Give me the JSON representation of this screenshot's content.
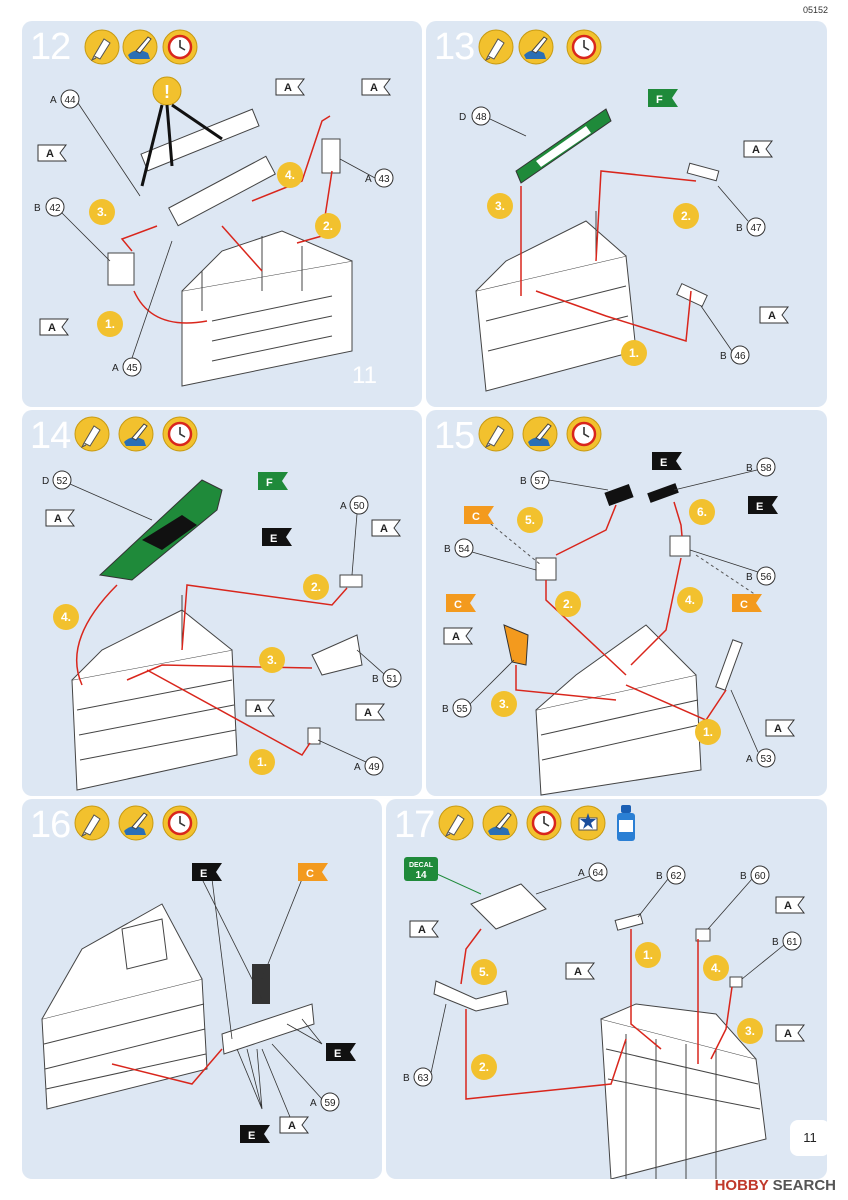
{
  "doc_code": "05152",
  "page_number": "11",
  "watermark": {
    "brand": "HOBBY",
    "suffix": "SEARCH"
  },
  "icons": [
    "glue-icon",
    "paint-brush-icon",
    "clock-icon",
    "decal-icon",
    "decal-water-bottle-icon"
  ],
  "colors": {
    "panel": "#dde7f3",
    "arrow": "#d9261c",
    "step_badge": "#f2c12e",
    "green_tag": "#1f8a3a",
    "orange_tag": "#f39a1e",
    "black_tag": "#111111"
  },
  "steps": [
    {
      "number": "12",
      "sub_steps": [
        "1.",
        "2.",
        "3.",
        "4."
      ],
      "parts": [
        {
          "sprue": "A",
          "num": "44"
        },
        {
          "sprue": "A",
          "num": "43"
        },
        {
          "sprue": "B",
          "num": "42"
        },
        {
          "sprue": "A",
          "num": "45"
        }
      ],
      "sprue_tags": [
        "A",
        "A",
        "A",
        "A"
      ],
      "ref": "11",
      "warning": "!"
    },
    {
      "number": "13",
      "sub_steps": [
        "1.",
        "2.",
        "3."
      ],
      "parts": [
        {
          "sprue": "D",
          "num": "48"
        },
        {
          "sprue": "B",
          "num": "47"
        },
        {
          "sprue": "B",
          "num": "46"
        }
      ],
      "sprue_tags": [
        "F",
        "A",
        "A"
      ]
    },
    {
      "number": "14",
      "sub_steps": [
        "1.",
        "2.",
        "3.",
        "4."
      ],
      "parts": [
        {
          "sprue": "D",
          "num": "52"
        },
        {
          "sprue": "A",
          "num": "50"
        },
        {
          "sprue": "B",
          "num": "51"
        },
        {
          "sprue": "A",
          "num": "49"
        }
      ],
      "sprue_tags": [
        "F",
        "A",
        "E",
        "A",
        "A",
        "A"
      ]
    },
    {
      "number": "15",
      "sub_steps": [
        "1.",
        "2.",
        "3.",
        "4.",
        "5.",
        "6."
      ],
      "parts": [
        {
          "sprue": "B",
          "num": "57"
        },
        {
          "sprue": "B",
          "num": "58"
        },
        {
          "sprue": "B",
          "num": "54"
        },
        {
          "sprue": "B",
          "num": "56"
        },
        {
          "sprue": "B",
          "num": "55"
        },
        {
          "sprue": "A",
          "num": "53"
        }
      ],
      "sprue_tags": [
        "E",
        "E",
        "C",
        "C",
        "C",
        "A",
        "A"
      ]
    },
    {
      "number": "16",
      "sub_steps": [],
      "parts": [
        {
          "sprue": "A",
          "num": "59"
        }
      ],
      "sprue_tags": [
        "E",
        "C",
        "E",
        "E",
        "A"
      ]
    },
    {
      "number": "17",
      "sub_steps": [
        "1.",
        "2.",
        "3.",
        "4.",
        "5."
      ],
      "parts": [
        {
          "sprue": "A",
          "num": "64"
        },
        {
          "sprue": "B",
          "num": "62"
        },
        {
          "sprue": "B",
          "num": "60"
        },
        {
          "sprue": "B",
          "num": "61"
        },
        {
          "sprue": "B",
          "num": "63"
        }
      ],
      "sprue_tags": [
        "A",
        "A",
        "A",
        "A"
      ],
      "decal": {
        "label": "DECAL",
        "number": "14"
      }
    }
  ]
}
